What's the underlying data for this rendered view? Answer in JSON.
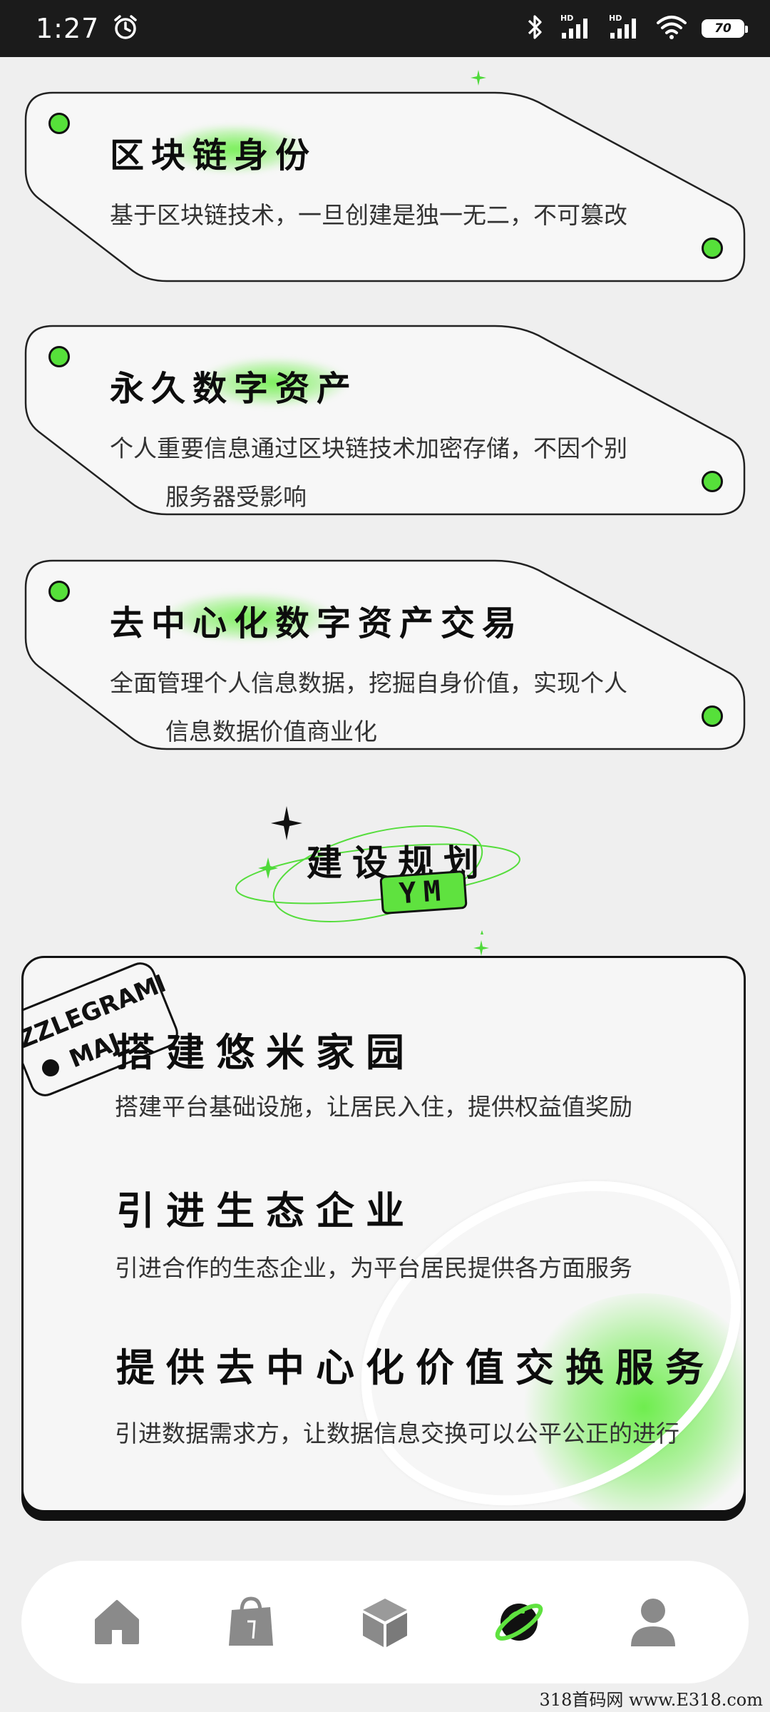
{
  "status_bar": {
    "time": "1:27",
    "battery": "70",
    "network_label": "HD"
  },
  "features": [
    {
      "title": "区块链身份",
      "desc_line1": "基于区块链技术，一旦创建是独一无二，不可篡改",
      "desc_line2": ""
    },
    {
      "title": "永久数字资产",
      "desc_line1": "个人重要信息通过区块链技术加密存储，不因个别",
      "desc_line2": "服务器受影响"
    },
    {
      "title": "去中心化数字资产交易",
      "desc_line1": "全面管理个人信息数据，挖掘自身价值，实现个人",
      "desc_line2": "信息数据价值商业化"
    }
  ],
  "section": {
    "title": "建设规划",
    "badge": "YM"
  },
  "plan": {
    "stamp_text1": "ZZLEGRAMD",
    "stamp_text2": "MAJ",
    "items": [
      {
        "title": "搭建悠米家园",
        "desc": "搭建平台基础设施，让居民入住，提供权益值奖励"
      },
      {
        "title": "引进生态企业",
        "desc": "引进合作的生态企业，为平台居民提供各方面服务"
      },
      {
        "title": "提供去中心化价值交换服务",
        "desc": "引进数据需求方，让数据信息交换可以公平公正的进行"
      }
    ]
  },
  "bottom_nav": [
    {
      "name": "home-icon",
      "active": false
    },
    {
      "name": "shopping-bag-icon",
      "active": false
    },
    {
      "name": "cube-icon",
      "active": false
    },
    {
      "name": "planet-icon",
      "active": true
    },
    {
      "name": "profile-icon",
      "active": false
    }
  ],
  "colors": {
    "accent_green": "#5fe23f",
    "background": "#efefef",
    "status_bar": "#1b1b1b"
  },
  "watermark": "318首码网 www.E318.com"
}
